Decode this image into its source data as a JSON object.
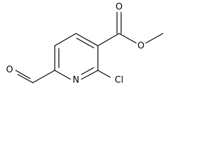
{
  "structure": {
    "atoms": {
      "ring_nitrogen": "N",
      "chlorine": "Cl",
      "ester_carbonyl_oxygen": "O",
      "ester_ether_oxygen": "O",
      "aldehyde_oxygen": "O"
    },
    "colors": {
      "bond": "#000000",
      "label": "#000000",
      "background": "#ffffff"
    }
  }
}
